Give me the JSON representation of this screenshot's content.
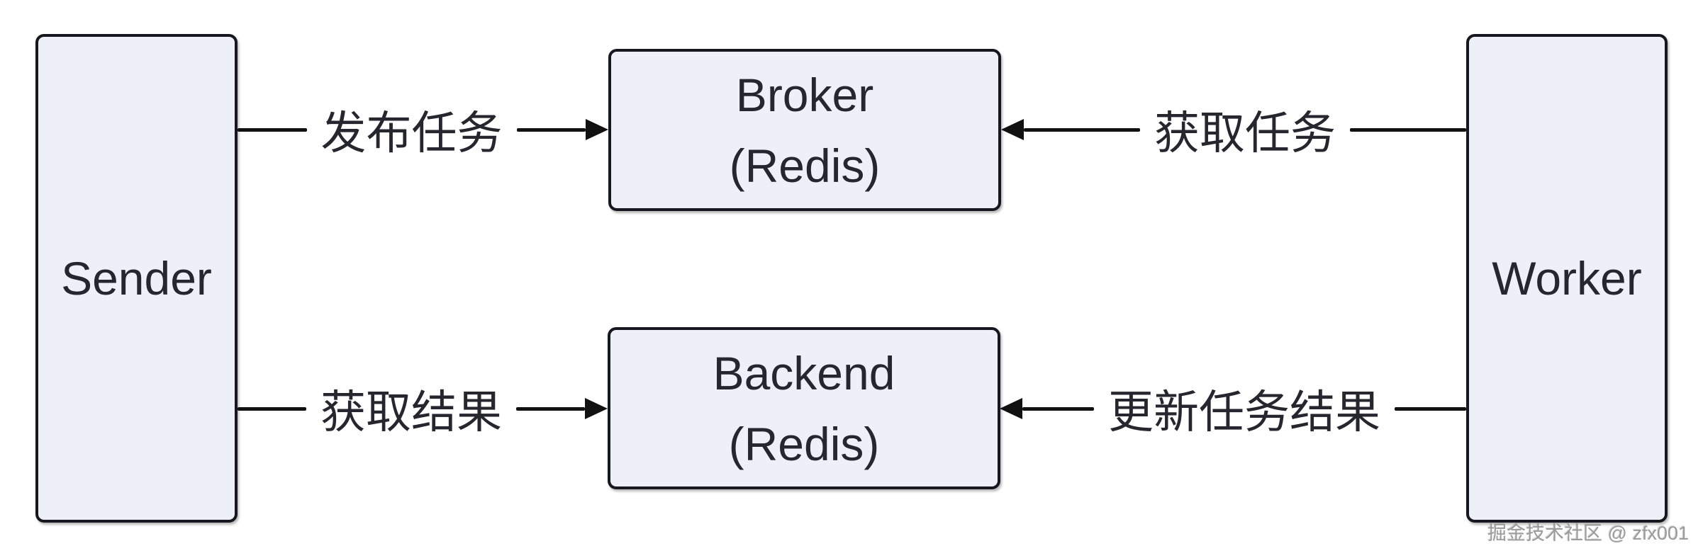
{
  "nodes": {
    "sender": {
      "label": "Sender"
    },
    "worker": {
      "label": "Worker"
    },
    "broker": {
      "line1": "Broker",
      "line2": "(Redis)"
    },
    "backend": {
      "line1": "Backend",
      "line2": "(Redis)"
    }
  },
  "edges": {
    "publish_task": {
      "label": "发布任务",
      "from": "sender",
      "to": "broker",
      "arrow_points": "right"
    },
    "fetch_task": {
      "label": "获取任务",
      "from": "worker",
      "to": "broker",
      "arrow_points": "left"
    },
    "fetch_result": {
      "label": "获取结果",
      "from": "sender",
      "to": "backend",
      "arrow_points": "right"
    },
    "update_result": {
      "label": "更新任务结果",
      "from": "worker",
      "to": "backend",
      "arrow_points": "left"
    }
  },
  "watermark": "掘金技术社区 @ zfx001",
  "colors": {
    "node_fill": "#eef0f7",
    "node_border": "#17171f",
    "text": "#26262e",
    "arrow": "#111111",
    "watermark": "#9b9b9b",
    "background": "#ffffff"
  }
}
